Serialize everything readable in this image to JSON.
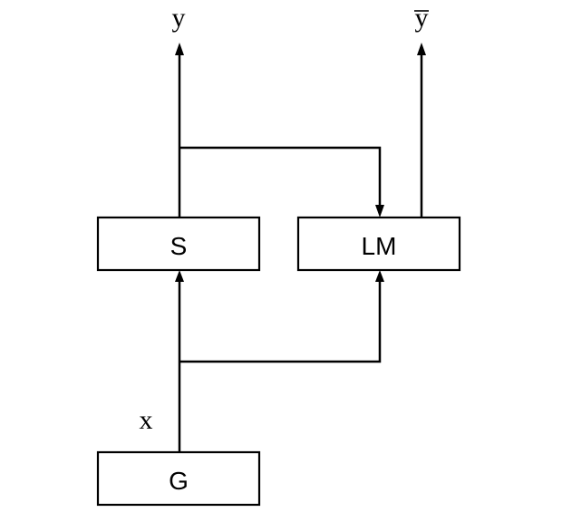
{
  "blocks": {
    "s": "S",
    "lm": "LM",
    "g": "G"
  },
  "variables": {
    "x": "x",
    "y": "y",
    "y_bar": "y"
  },
  "colors": {
    "stroke": "#000000",
    "background": "#ffffff"
  }
}
